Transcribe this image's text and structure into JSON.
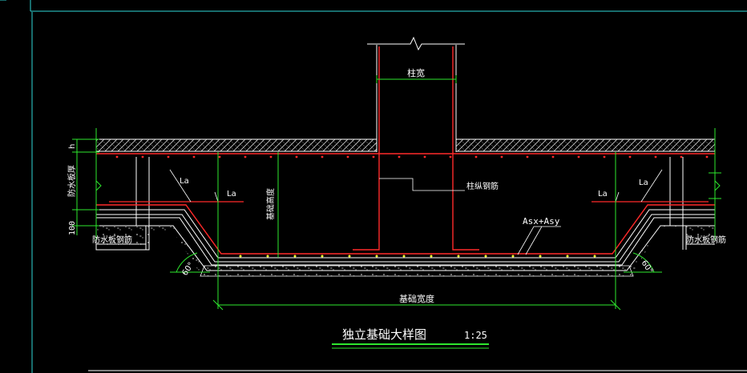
{
  "drawing": {
    "title": "独立基础大样图",
    "scale": "1:25",
    "labels": {
      "column_width": "柱宽",
      "column_rebar": "柱纵钢筋",
      "foundation_height": "基础高度",
      "foundation_width": "基础宽度",
      "waterproof_slab": "防水板厚",
      "waterproof_rebar_left": "防水板钢筋",
      "waterproof_rebar_right": "防水板钢筋",
      "rebar_mark": "Asx+Asy",
      "la_left_upper": "La",
      "la_left_lower": "La",
      "la_right_upper": "La",
      "la_right_lower": "La",
      "angle_left": "60°",
      "angle_right": "60°",
      "dim_h": "h",
      "dim_100": "100"
    }
  },
  "colors": {
    "background": "#000000",
    "frame": "#2fd8d8",
    "outline": "#ffffff",
    "dimension": "#2ee82e",
    "rebar": "#ff2a2a",
    "text": "#ffffff",
    "dot": "#ffff33"
  }
}
